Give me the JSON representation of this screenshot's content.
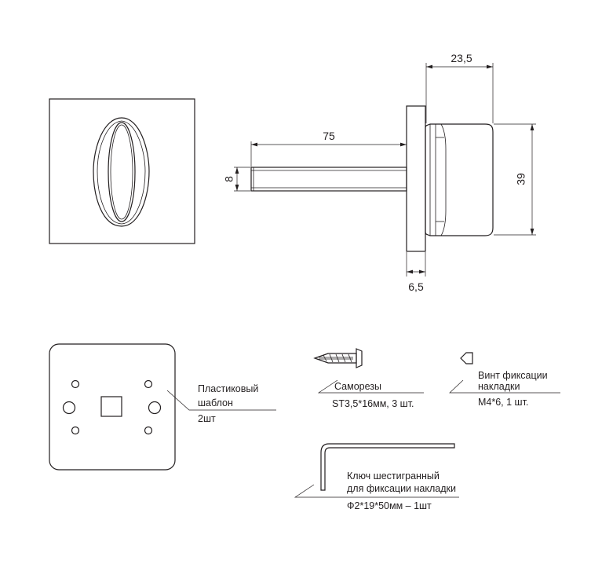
{
  "dimensions": {
    "spindle_length": "75",
    "spindle_size": "8",
    "knob_depth": "23,5",
    "knob_diameter": "39",
    "rose_thickness": "6,5"
  },
  "parts": {
    "template": {
      "line1": "Пластиковый",
      "line2": "шаблон",
      "qty": "2шт"
    },
    "screws": {
      "name": "Саморезы",
      "spec": "ST3,5*16мм, 3 шт."
    },
    "fix_screw": {
      "line1": "Винт фиксации",
      "line2": "накладки",
      "spec": "М4*6, 1 шт."
    },
    "hex_key": {
      "line1": "Ключ шестигранный",
      "line2": "для фиксации накладки",
      "spec": "Ф2*19*50мм – 1шт"
    }
  },
  "colors": {
    "stroke": "#231f20",
    "background": "#ffffff"
  }
}
